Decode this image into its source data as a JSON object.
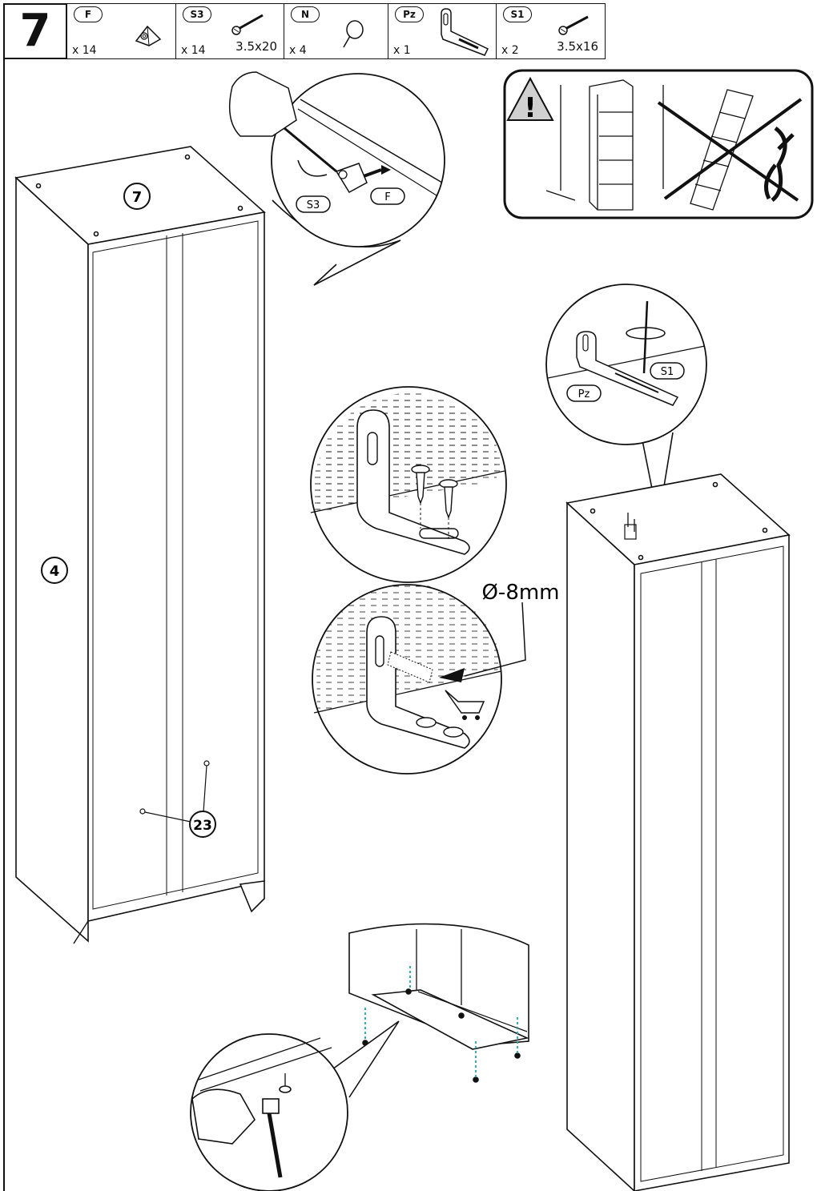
{
  "step": {
    "number": "7"
  },
  "parts": [
    {
      "code": "F",
      "qty": "x 14",
      "size": "",
      "icon": "corner-wedge-icon"
    },
    {
      "code": "S3",
      "qty": "x 14",
      "size": "3.5x20",
      "icon": "screw-icon"
    },
    {
      "code": "N",
      "qty": "x 4",
      "size": "",
      "icon": "nail-glide-icon"
    },
    {
      "code": "Pz",
      "qty": "x 1",
      "size": "",
      "icon": "wall-bracket-icon"
    },
    {
      "code": "S1",
      "qty": "x 2",
      "size": "3.5x16",
      "icon": "screw-icon"
    }
  ],
  "callouts": {
    "top_panel": "7",
    "side_panel": "4",
    "back_panel_holes": "23",
    "wedge_screw": "S3",
    "wedge_part": "F",
    "bracket_screw": "S1",
    "bracket_part": "Pz"
  },
  "drill": {
    "label": "Ø-8mm"
  },
  "warning": {
    "symbol": "!"
  },
  "colors": {
    "ink": "#111111",
    "accent_dash": "#2aa6a6",
    "warning_fill": "#d0d0d0"
  }
}
